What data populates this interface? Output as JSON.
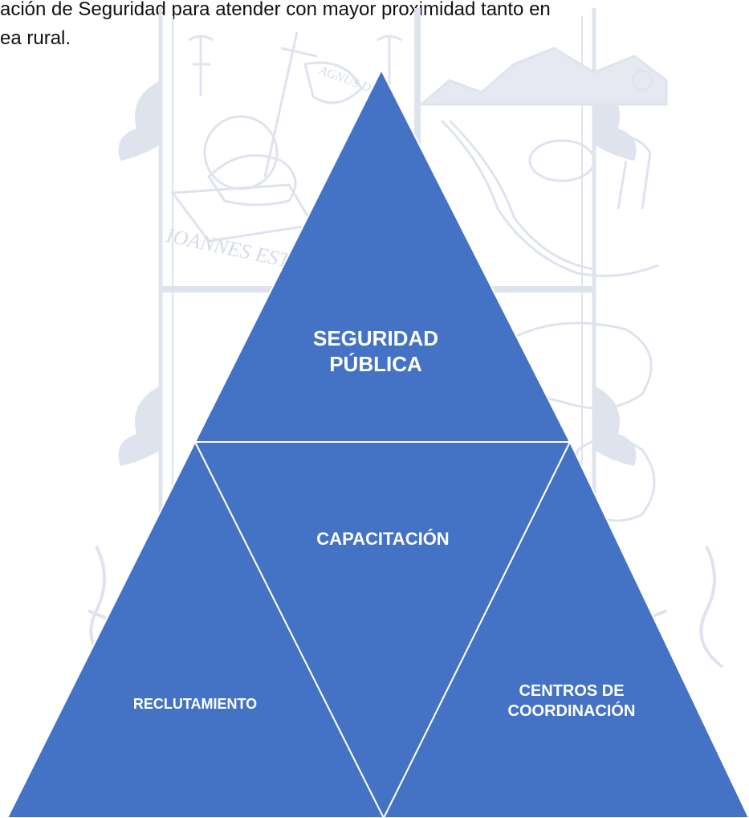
{
  "body_text": {
    "line1": "ación de Seguridad para atender con mayor proximidad tanto en",
    "line2": "ea rural."
  },
  "watermark": {
    "banner_text": "AGNUS DEI",
    "motto_text": "IOANNES EST",
    "color": "#dfe3ee"
  },
  "diagram": {
    "fill_color": "#4472c4",
    "stroke_color": "#ffffff",
    "top": {
      "line1": "SEGURIDAD",
      "line2": "PÚBLICA"
    },
    "middle": {
      "label": "CAPACITACIÓN"
    },
    "bottom_left": {
      "label": "RECLUTAMIENTO"
    },
    "bottom_right": {
      "line1": "CENTROS DE",
      "line2": "COORDINACIÓN"
    }
  }
}
